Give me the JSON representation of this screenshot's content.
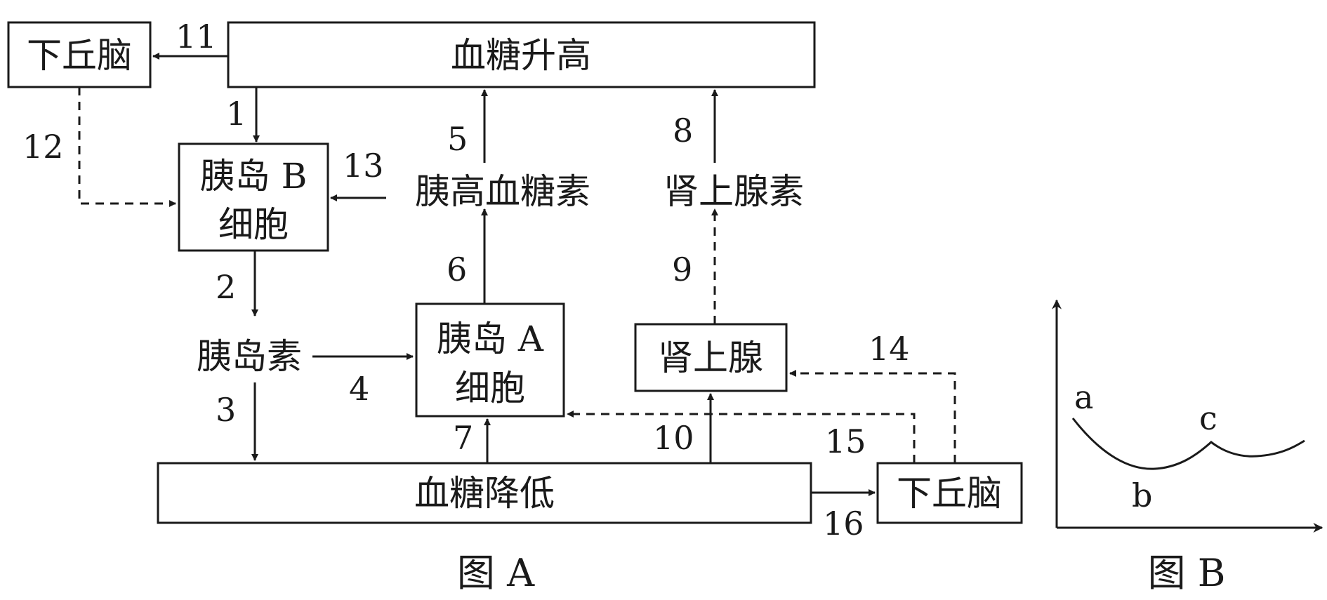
{
  "diagram_a": {
    "caption": "图 A",
    "boxes": {
      "hypothalamus_top": "下丘脑",
      "blood_sugar_rise": "血糖升高",
      "islet_b_line1": "胰岛 B",
      "islet_b_line2": "细胞",
      "islet_a_line1": "胰岛 A",
      "islet_a_line2": "细胞",
      "adrenal_gland": "肾上腺",
      "blood_sugar_fall": "血糖降低",
      "hypothalamus_bottom": "下丘脑"
    },
    "labels": {
      "insulin": "胰岛素",
      "glucagon": "胰高血糖素",
      "adrenaline": "肾上腺素"
    },
    "arrow_numbers": [
      "1",
      "2",
      "3",
      "4",
      "5",
      "6",
      "7",
      "8",
      "9",
      "10",
      "11",
      "12",
      "13",
      "14",
      "15",
      "16"
    ]
  },
  "diagram_b": {
    "caption": "图 B",
    "points": [
      "a",
      "b",
      "c"
    ]
  }
}
